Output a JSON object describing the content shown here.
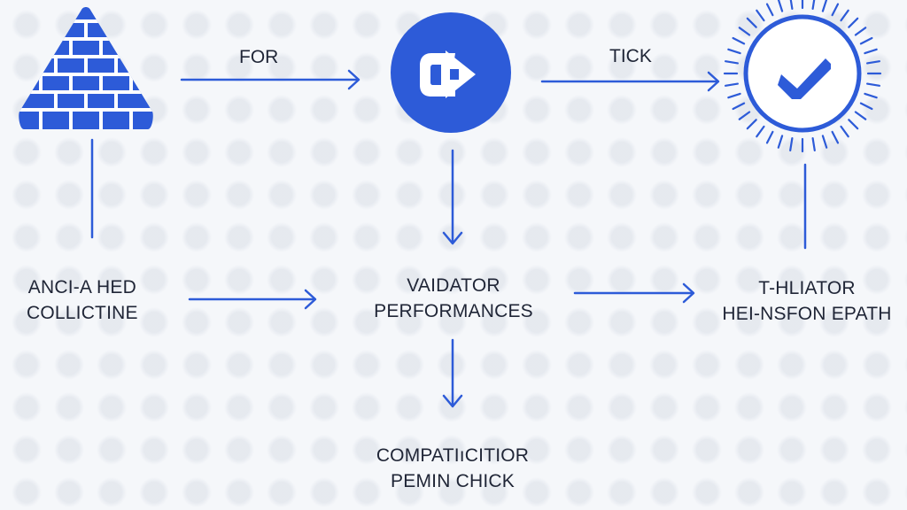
{
  "diagram": {
    "edge_labels": {
      "top_left": "FOR",
      "top_right": "TICK"
    },
    "nodes": {
      "left": {
        "line1": "ANCI-A HED",
        "line2": "COLLICTINE"
      },
      "center": {
        "line1": "VAIDATOR",
        "line2": "PERFORMANCES"
      },
      "right": {
        "line1": "T-HLIATOR",
        "line2": "HEI-NSFON EPATH"
      },
      "bottom": {
        "line1": "COMPATIıCITIOR",
        "line2": "PEMIN CHICK"
      }
    },
    "icons": {
      "left": "brick-pyramid-icon",
      "center": "circular-arrow-icon",
      "right": "sunburst-check-icon"
    },
    "colors": {
      "primary": "#2d5bd8",
      "text": "#1f2536",
      "background": "#f5f7fa"
    }
  }
}
